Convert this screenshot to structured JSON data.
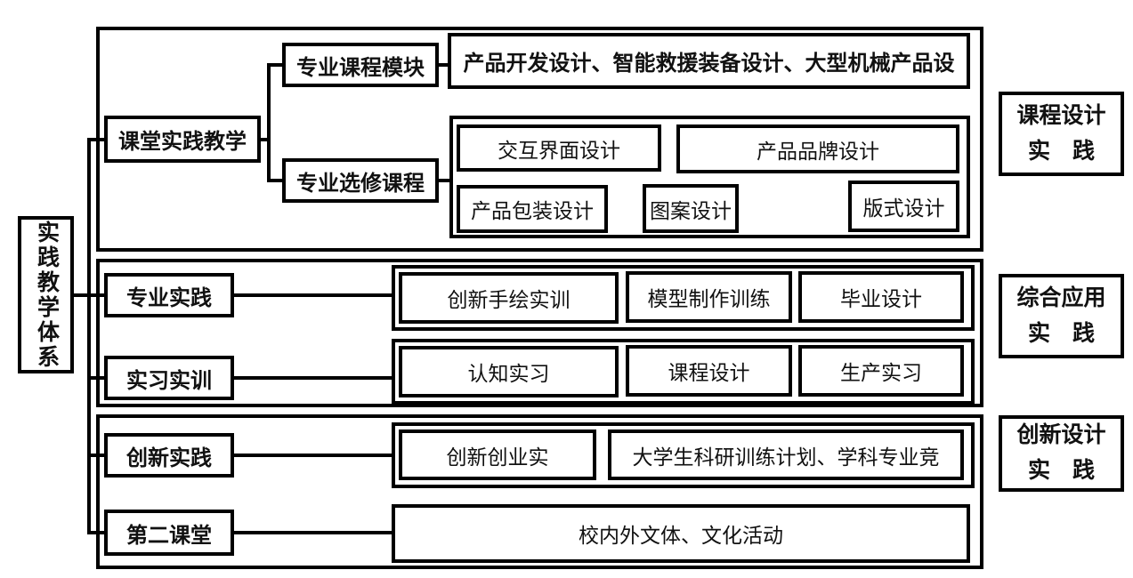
{
  "diagram": {
    "root": "实践教学体系",
    "classroom": {
      "label": "课堂实践教学",
      "module_label": "专业课程模块",
      "module_content": "产品开发设计、智能救援装备设计、大型机械产品设",
      "elective_label": "专业选修课程",
      "elective_courses": [
        "交互界面设计",
        "产品品牌设计",
        "产品包装设计",
        "图案设计",
        "版式设计"
      ]
    },
    "professional_practice": {
      "label": "专业实践",
      "items": [
        "创新手绘实训",
        "模型制作训练",
        "毕业设计"
      ]
    },
    "internship": {
      "label": "实习实训",
      "items": [
        "认知实习",
        "课程设计",
        "生产实习"
      ]
    },
    "innovation": {
      "label": "创新实践",
      "items": [
        "创新创业实",
        "大学生科研训练计划、学科专业竞"
      ]
    },
    "second_class": {
      "label": "第二课堂",
      "content": "校内外文体、文化活动"
    },
    "side_labels": [
      {
        "line1": "课程设计",
        "line2": "实　践"
      },
      {
        "line1": "综合应用",
        "line2": "实　践"
      },
      {
        "line1": "创新设计",
        "line2": "实　践"
      }
    ],
    "colors": {
      "border": "#000000",
      "text": "#111111",
      "background": "#ffffff"
    }
  }
}
